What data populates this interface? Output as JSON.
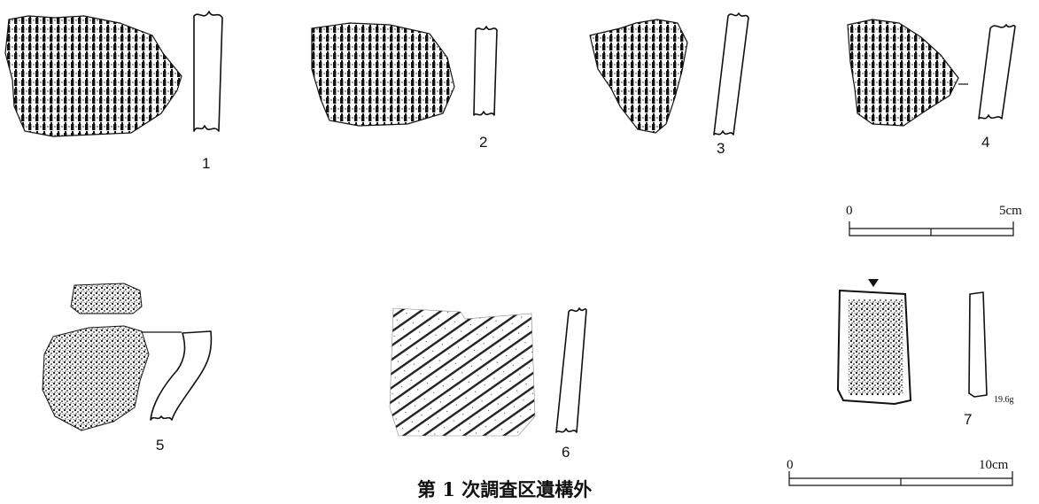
{
  "figure": {
    "caption": "第 1 次調査区遺構外",
    "artifacts": [
      {
        "id": "1",
        "label": "1"
      },
      {
        "id": "2",
        "label": "2"
      },
      {
        "id": "3",
        "label": "3"
      },
      {
        "id": "4",
        "label": "4"
      },
      {
        "id": "5",
        "label": "5"
      },
      {
        "id": "6",
        "label": "6"
      },
      {
        "id": "7",
        "label": "7",
        "weight": "19.6g"
      }
    ],
    "scale_bars": [
      {
        "start": "0",
        "end": "5cm"
      },
      {
        "start": "0",
        "end": "10cm"
      }
    ]
  }
}
